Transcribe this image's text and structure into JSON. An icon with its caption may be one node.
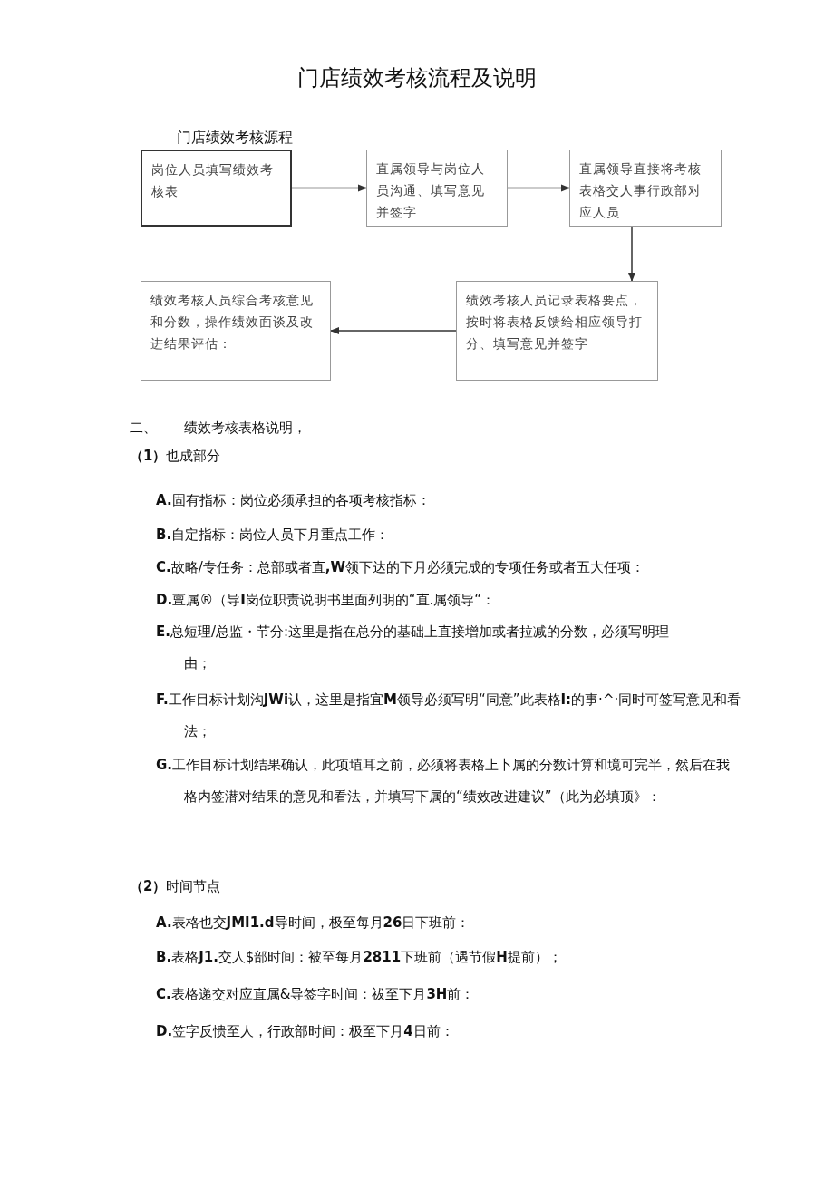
{
  "diagram": {
    "title": "门店绩效考核流程及说明",
    "nodes": [
      {
        "text": [
          "岗位人员填写绩效考核表"
        ]
      },
      {
        "text": [
          "直属领导与岗位人员沟通、填写意见并签字"
        ]
      },
      {
        "text": [
          "直属领导直接将考核表格交人事行政部对应人员"
        ]
      },
      {
        "text": [
          "绩效考核人员记录表格要点，按时将表格反馈给相应领导打分、填写意见并签字"
        ]
      },
      {
        "text": [
          "绩效考核人员综合考核意见和分数，操作绩效面谈及改进结果评估："
        ]
      }
    ],
    "edges": [
      {
        "from": 0,
        "to": 1,
        "arrow": "to"
      },
      {
        "from": 1,
        "to": 2,
        "arrow": "to"
      },
      {
        "from": 2,
        "to": 3,
        "arrow": "to"
      },
      {
        "from": 3,
        "to": 4,
        "arrow": "to"
      }
    ],
    "labels": [
      "门店绩效考核源程",
      "二、　　绩效考核表格说明，",
      "**（1）**也成部分",
      "**A.**固有指标：岗位必须承担的各项考核指标：",
      "**B.**自定指标：岗位人员下月重点工作：",
      "**C.**故略/专任务：总部或者直**,W**领下达的下月必须完成的专项任务或者五大任项：",
      "**D.**亶属®（导**I**岗位职责说明书里面列明的“直.属领导“：",
      "**E.**总短理/总监・节分:这里是指在总分的基础上直接增加或者拉减的分数，必须写明理由；",
      "**F.**工作目标计划沟**JWi**认，这里是指宜**M**领导必须写明“同意”此表格**I:**的事·^·同时可签写意见和看法；",
      "**G.**工作目标计划结果确认，此项埴耳之前，必须将表格上卜属的分数计算和境可完半，然后在我格内签潜对结果的意见和看法，并填写下属的“绩效改进建议”（此为必填顶》：",
      "**（2）**时间节点",
      "**A.**表格也交**JMI1.d**导时间，极至每月**26**日下班前：",
      "**B.**表格**J1.**交人$部时间：被至每月**2811**下班前（遇节假**H**提前）；",
      "**C.**表格递交对应直属&导签字时间：祓至下月**3H**前：",
      "**D.**笠字反愦至人，行政部时间：极至下月**4**日前："
    ]
  }
}
